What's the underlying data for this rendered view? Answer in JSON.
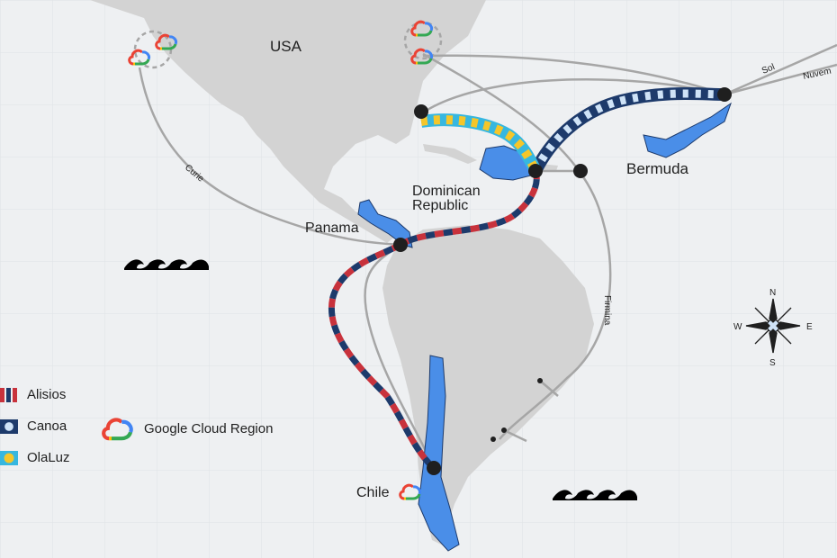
{
  "places": {
    "usa": "USA",
    "bermuda": "Bermuda",
    "dominican_republic_line1": "Dominican",
    "dominican_republic_line2": "Republic",
    "panama": "Panama",
    "chile": "Chile"
  },
  "cable_labels": {
    "curie": "Curie",
    "firmina": "Firmina",
    "sol": "Sol",
    "nuvem": "Nuvem"
  },
  "legend": {
    "alisios": "Alisios",
    "canoa": "Canoa",
    "olaluz": "OlaLuz",
    "cloud_region": "Google Cloud Region"
  },
  "compass": {
    "n": "N",
    "s": "S",
    "e": "E",
    "w": "W"
  },
  "colors": {
    "background": "#eef0f2",
    "land": "#d3d3d3",
    "highlight_land": "#4a8ee8",
    "cable_gray": "#a6a6a6",
    "navy": "#1d3a6b",
    "red": "#c8323c",
    "cyan": "#36b7e0",
    "yellow": "#f5c62a"
  },
  "icons": [
    "google-cloud-icon",
    "wave-icon",
    "compass-icon"
  ]
}
